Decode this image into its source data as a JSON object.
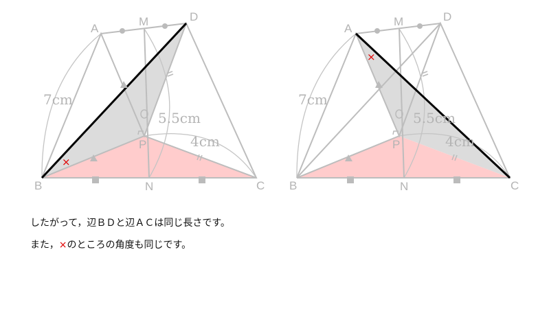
{
  "figures": [
    {
      "points": {
        "A": "A",
        "M": "M",
        "D": "D",
        "B": "B",
        "N": "N",
        "C": "C",
        "P": "P"
      },
      "measures": {
        "ab": "7cm",
        "mn": "5.5cm",
        "pc": "4cm"
      },
      "angle_mark": "×",
      "highlight": "BD"
    },
    {
      "points": {
        "A": "A",
        "M": "M",
        "D": "D",
        "B": "B",
        "N": "N",
        "C": "C",
        "P": "P"
      },
      "measures": {
        "ab": "7cm",
        "mn": "5.5cm",
        "pc": "4cm"
      },
      "angle_mark": "×",
      "highlight": "AC"
    }
  ],
  "text": {
    "line1": "したがって，辺ＢＤと辺ＡＣは同じ長さです。",
    "line2_prefix": "また，",
    "line2_mark": "×",
    "line2_rest": "のところの角度も同じです。"
  },
  "colors": {
    "gray_fill": "#dcdcdc",
    "pink_fill": "#ffcccc",
    "mark": "#e00000"
  }
}
